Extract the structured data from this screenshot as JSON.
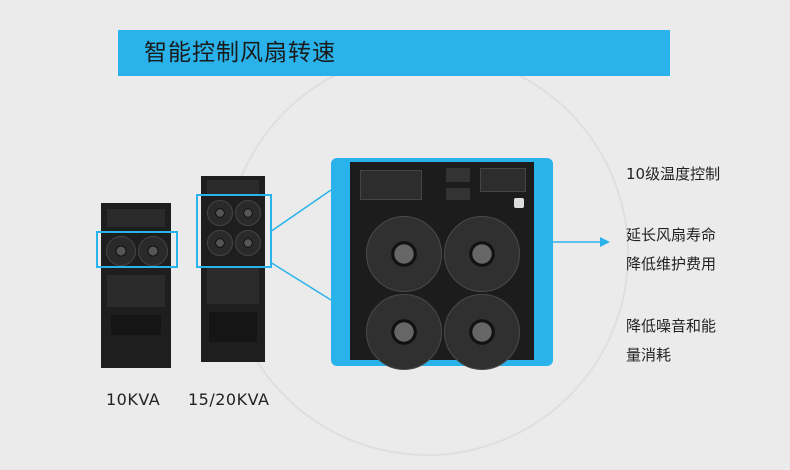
{
  "banner": {
    "title": "智能控制风扇转速"
  },
  "products": [
    {
      "label": "10KVA"
    },
    {
      "label": "15/20KVA"
    }
  ],
  "features": [
    {
      "text": "10级温度控制"
    },
    {
      "text": "延长风扇寿命"
    },
    {
      "text": "降低维护费用"
    },
    {
      "text": "降低噪音和能"
    },
    {
      "text": "量消耗"
    }
  ],
  "colors": {
    "accent": "#29b3ea",
    "background": "#ebebeb",
    "device": "#1e1e1e"
  }
}
